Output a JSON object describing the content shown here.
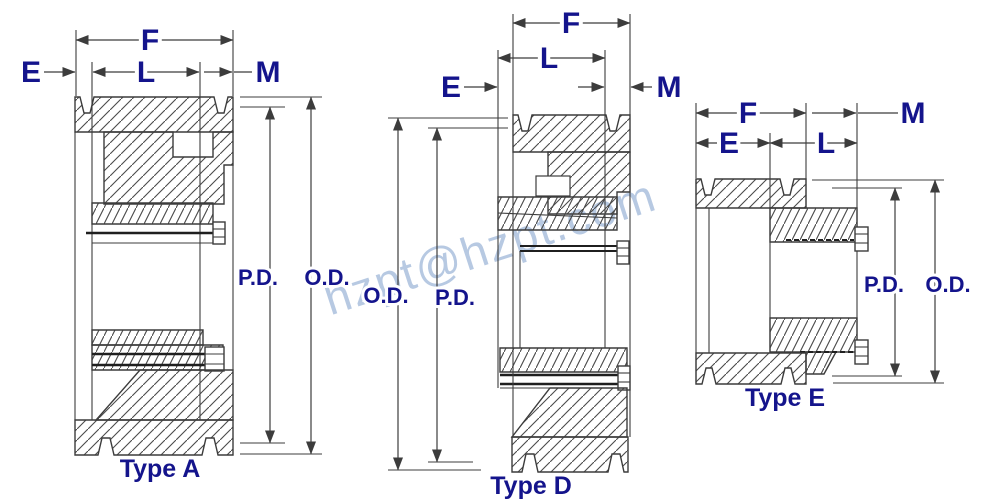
{
  "watermark": {
    "text": "hzpt@hzpt.com",
    "color": "#b7c9e2"
  },
  "colors": {
    "label_blue": "#14148c",
    "drawing_line": "#3c3c3c",
    "background": "#ffffff"
  },
  "diagrams": [
    {
      "id": "type-a",
      "caption": "Type A",
      "dim_labels": {
        "f": "F",
        "l": "L",
        "e": "E",
        "m": "M"
      },
      "diameter_labels": {
        "pd": "P.D.",
        "od": "O.D."
      }
    },
    {
      "id": "type-d",
      "caption": "Type D",
      "dim_labels": {
        "f": "F",
        "l": "L",
        "e": "E",
        "m": "M"
      },
      "diameter_labels": {
        "pd": "P.D.",
        "od": "O.D."
      }
    },
    {
      "id": "type-e",
      "caption": "Type E",
      "dim_labels": {
        "f": "F",
        "l": "L",
        "e": "E",
        "m": "M"
      },
      "diameter_labels": {
        "pd": "P.D.",
        "od": "O.D."
      }
    }
  ]
}
